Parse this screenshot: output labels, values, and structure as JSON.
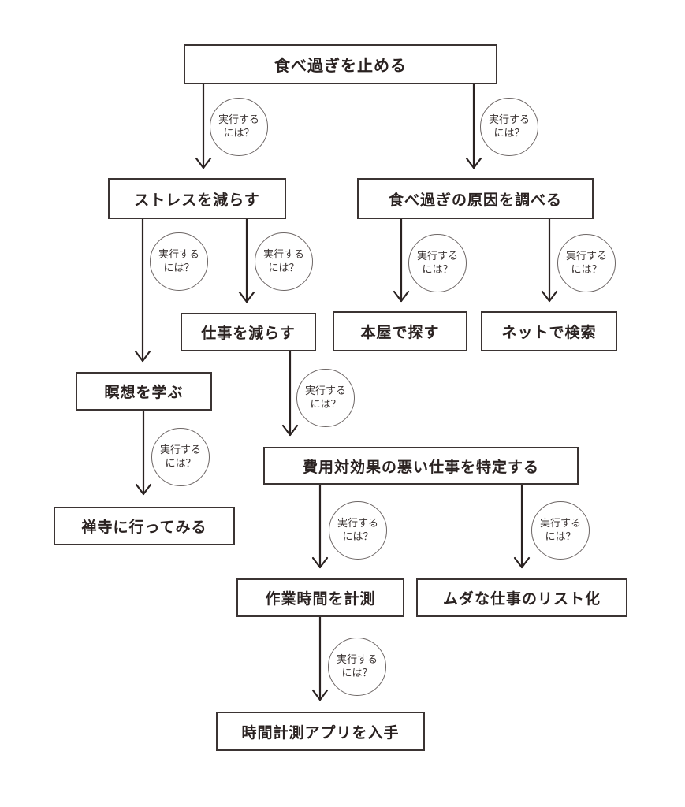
{
  "diagram": {
    "type": "tree-flowchart",
    "edge_label": [
      "実行する",
      "には？"
    ],
    "nodes": {
      "root": "食べ過ぎを止める",
      "reduce_stress": "ストレスを減らす",
      "investigate_cause": "食べ過ぎの原因を調べる",
      "reduce_work": "仕事を減らす",
      "search_bookstore": "本屋で探す",
      "search_web": "ネットで検索",
      "learn_meditation": "瞑想を学ぶ",
      "identify_inefficient_work": "費用対効果の悪い仕事を特定する",
      "visit_zen_temple": "禅寺に行ってみる",
      "measure_work_time": "作業時間を計測",
      "list_wasteful_work": "ムダな仕事のリスト化",
      "get_time_tracking_app": "時間計測アプリを入手"
    },
    "edges": [
      {
        "from": "root",
        "to": "reduce_stress"
      },
      {
        "from": "root",
        "to": "investigate_cause"
      },
      {
        "from": "reduce_stress",
        "to": "learn_meditation"
      },
      {
        "from": "reduce_stress",
        "to": "reduce_work"
      },
      {
        "from": "investigate_cause",
        "to": "search_bookstore"
      },
      {
        "from": "investigate_cause",
        "to": "search_web"
      },
      {
        "from": "learn_meditation",
        "to": "visit_zen_temple"
      },
      {
        "from": "reduce_work",
        "to": "identify_inefficient_work"
      },
      {
        "from": "identify_inefficient_work",
        "to": "measure_work_time"
      },
      {
        "from": "identify_inefficient_work",
        "to": "list_wasteful_work"
      },
      {
        "from": "measure_work_time",
        "to": "get_time_tracking_app"
      }
    ],
    "colors": {
      "line": "#2a2221",
      "box_border": "#3b3433",
      "bubble_border": "#6d6665",
      "background": "#ffffff"
    }
  }
}
